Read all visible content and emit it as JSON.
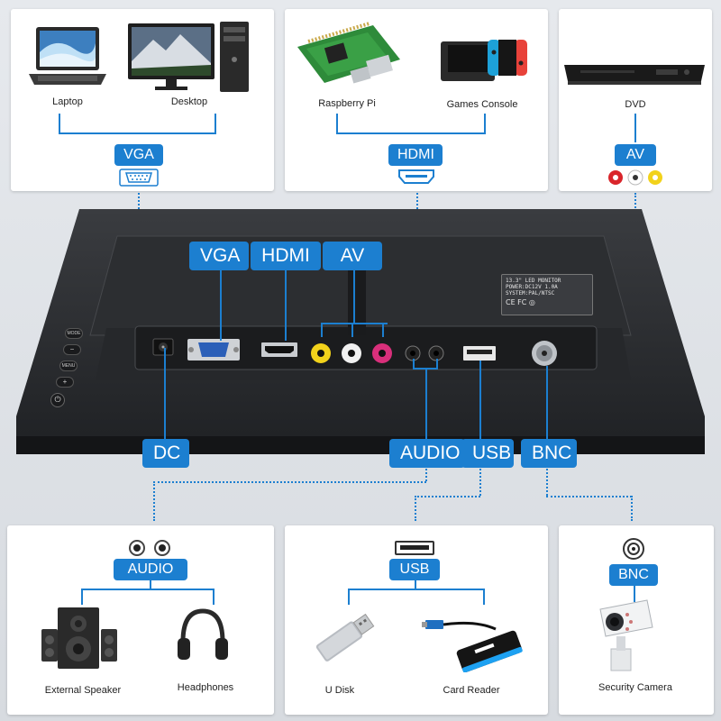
{
  "top": {
    "left_panel": {
      "devices": [
        "Laptop",
        "Desktop"
      ],
      "badge": "VGA",
      "port_icon": "vga-port-icon"
    },
    "middle_panel": {
      "devices": [
        "Raspberry Pi",
        "Games Console"
      ],
      "badge": "HDMI",
      "port_icon": "hdmi-port-icon"
    },
    "right_panel": {
      "devices": [
        "DVD"
      ],
      "badge": "AV",
      "port_icon": "av-ports-icon"
    }
  },
  "monitor": {
    "port_labels": {
      "vga": "VGA",
      "hdmi": "HDMI",
      "av": "AV",
      "dc": "DC",
      "audio": "AUDIO",
      "usb": "USB",
      "bnc": "BNC"
    },
    "sticker": {
      "line1": "13.3\" LED MONITOR",
      "line2": "POWER:DC12V 1.0A",
      "line3": "SYSTEM:PAL/NTSC"
    },
    "side_buttons": [
      "MODE",
      "−",
      "MENU",
      "+",
      "⏻"
    ]
  },
  "bottom": {
    "left_panel": {
      "badge": "AUDIO",
      "devices": [
        "External Speaker",
        "Headphones"
      ]
    },
    "middle_panel": {
      "badge": "USB",
      "devices": [
        "U Disk",
        "Card Reader"
      ]
    },
    "right_panel": {
      "badge": "BNC",
      "devices": [
        "Security Camera"
      ]
    }
  },
  "colors": {
    "accent": "#1c7fd0",
    "monitor": "#2b2d30",
    "panel": "#ffffff"
  }
}
